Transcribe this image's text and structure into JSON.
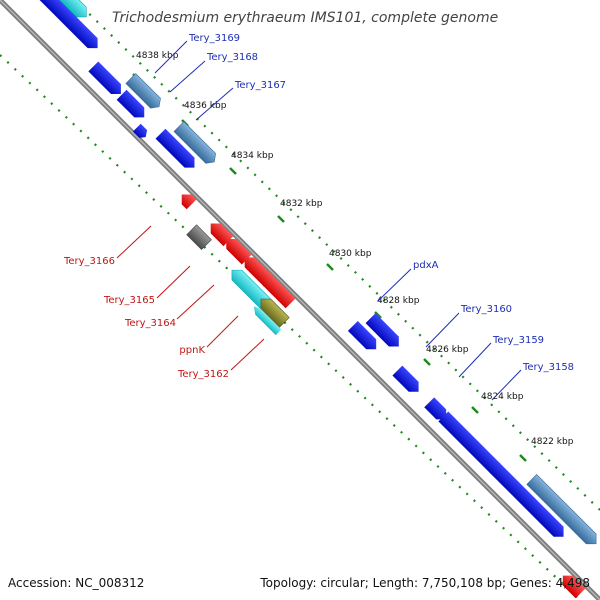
{
  "title": "Trichodesmium erythraeum IMS101, complete genome",
  "footer": {
    "accession": "Accession: NC_008312",
    "topology": "Topology: circular; Length: 7,750,108 bp; Genes: 4,498"
  },
  "ticks": [
    "4838 kbp",
    "4836 kbp",
    "4834 kbp",
    "4832 kbp",
    "4830 kbp",
    "4828 kbp",
    "4826 kbp",
    "4824 kbp",
    "4822 kbp"
  ],
  "forward_labels": [
    "Tery_3169",
    "Tery_3168",
    "Tery_3167",
    "pdxA",
    "Tery_3160",
    "Tery_3159",
    "Tery_3158"
  ],
  "reverse_labels": [
    "Tery_3166",
    "Tery_3165",
    "Tery_3164",
    "ppnK",
    "Tery_3162"
  ],
  "colors": {
    "backbone": "#888888",
    "gc_track": "#1e8a1e",
    "gene_blue": "#0b10e0",
    "gene_cyan": "#22d0d8",
    "gene_steel": "#4a84b8",
    "gene_red": "#ee1111",
    "gene_gray": "#707070",
    "gene_olive": "#8c8c2a",
    "label_blue": "#1f2fb3",
    "label_red": "#c11515"
  }
}
